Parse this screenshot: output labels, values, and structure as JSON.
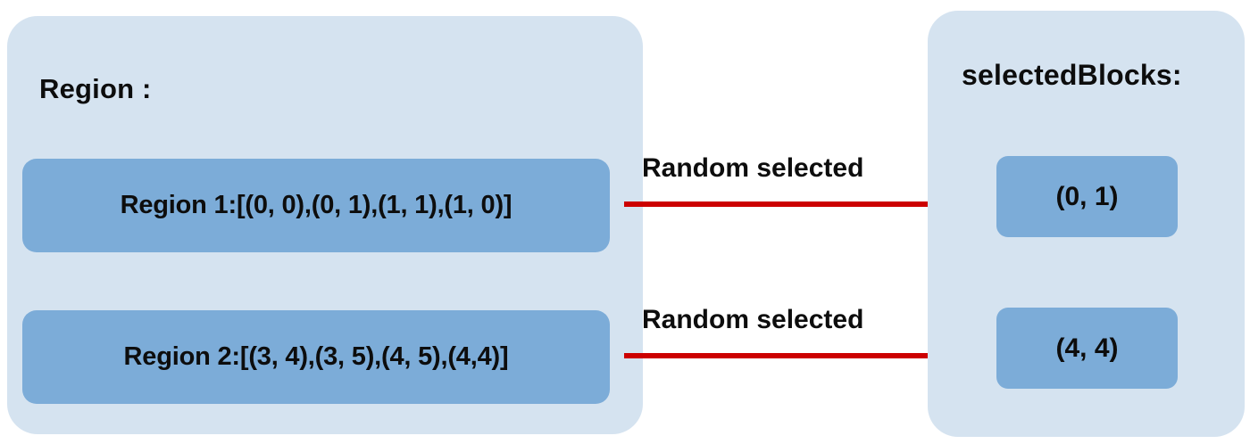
{
  "colors": {
    "panel_bg": "#d5e3f0",
    "block_bg": "#7cacd8",
    "arrow": "#cc0000",
    "text": "#0d0d0d",
    "page_bg": "#ffffff"
  },
  "region_panel": {
    "title": "Region :",
    "blocks": [
      {
        "label": "Region 1:[(0, 0),(0, 1),(1, 1),(1, 0)]"
      },
      {
        "label": "Region 2:[(3, 4),(3, 5),(4, 5),(4,4)]"
      }
    ]
  },
  "arrows": [
    {
      "label": "Random selected"
    },
    {
      "label": "Random selected"
    }
  ],
  "selected_panel": {
    "title": "selectedBlocks:",
    "blocks": [
      {
        "label": "(0, 1)"
      },
      {
        "label": "(4, 4)"
      }
    ]
  }
}
